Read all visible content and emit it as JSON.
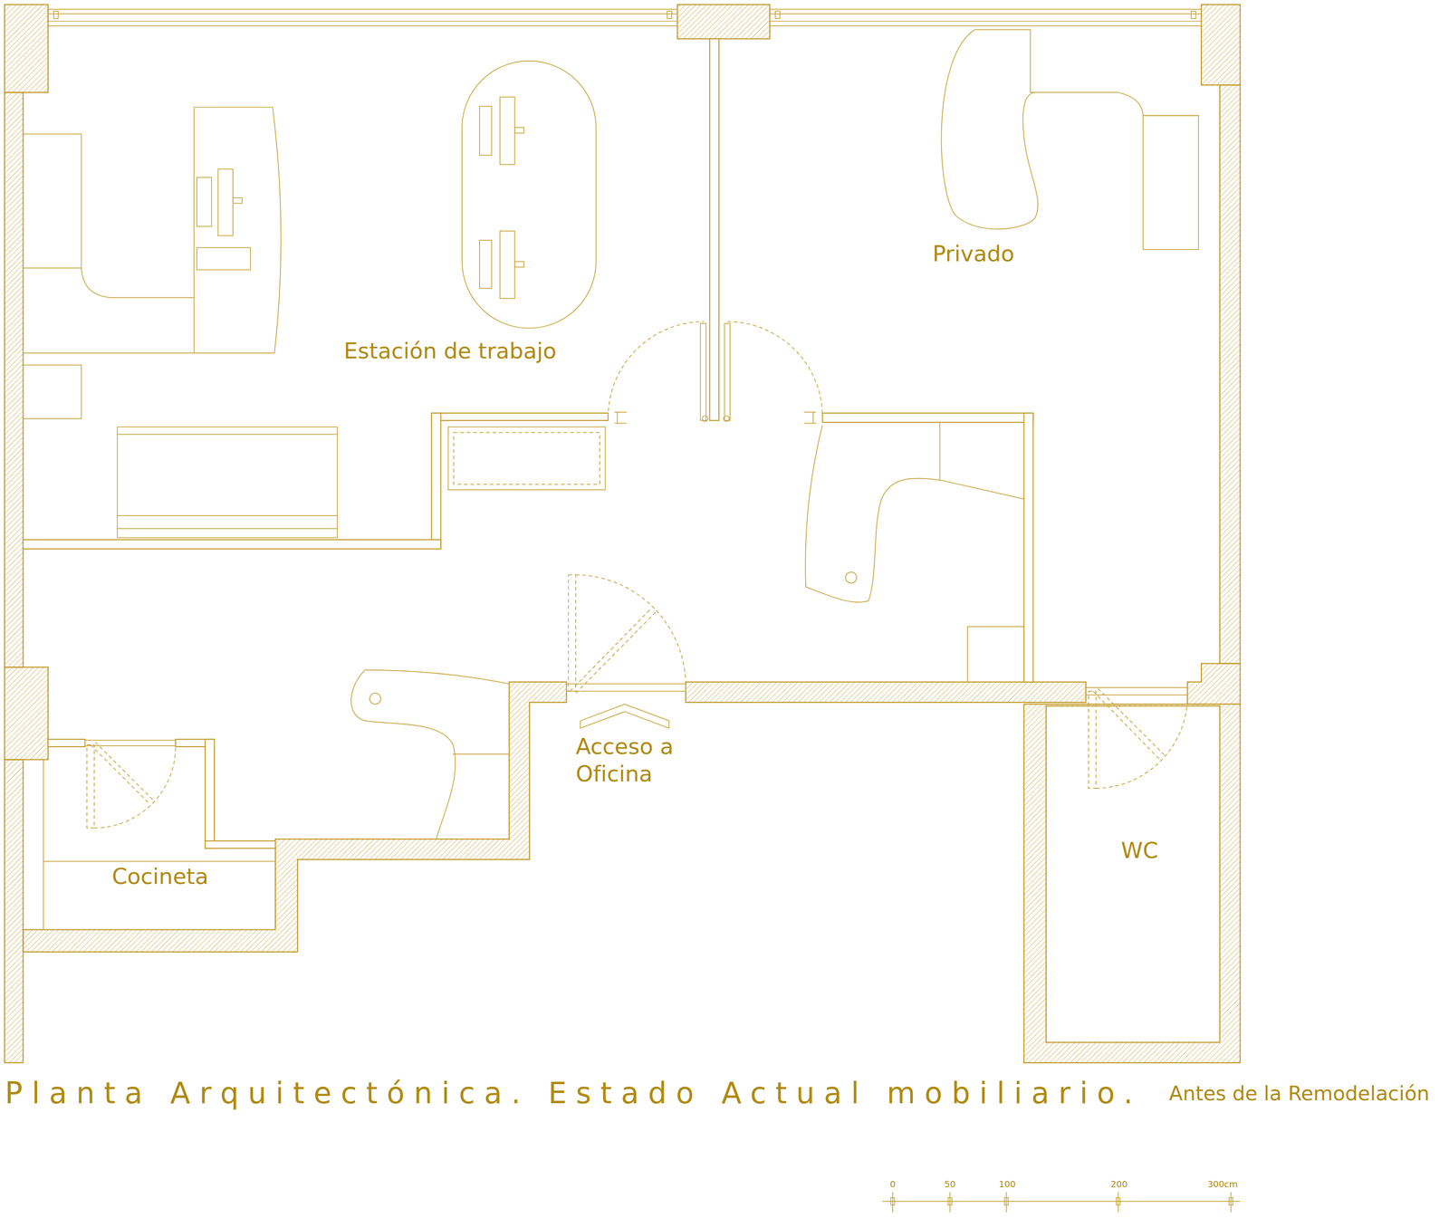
{
  "diagram": {
    "title": "Planta Arquitectónica. Estado Actual mobiliario.",
    "labels": [
      "Estación de trabajo",
      "Privado",
      "Acceso a Oficina",
      "Cocineta",
      "WC",
      "Antes de la Remodelación",
      "0",
      "50",
      "100",
      "200",
      "300cm"
    ]
  }
}
